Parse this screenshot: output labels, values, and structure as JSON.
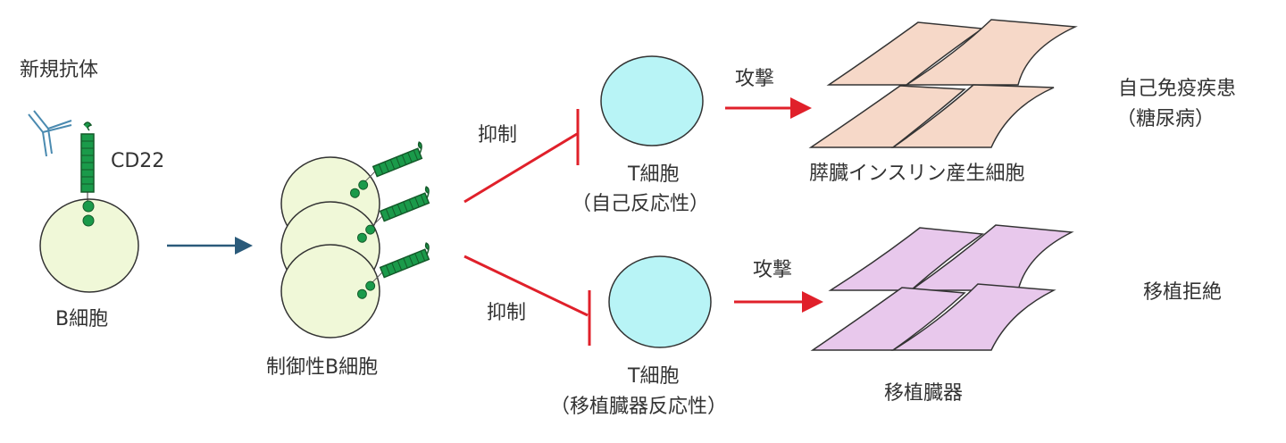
{
  "labels": {
    "new_antibody": "新規抗体",
    "cd22": "CD22",
    "b_cell": "B細胞",
    "regulatory_b_cell": "制御性B細胞",
    "suppress_top": "抑制",
    "suppress_bottom": "抑制",
    "t_cell_top": "T細胞",
    "t_cell_top_sub": "（自己反応性）",
    "t_cell_bottom": "T細胞",
    "t_cell_bottom_sub": "（移植臓器反応性）",
    "attack_top": "攻撃",
    "attack_bottom": "攻撃",
    "pancreas_cells": "膵臓インスリン産生細胞",
    "transplant_organ": "移植臓器",
    "autoimmune": "自己免疫疾患",
    "autoimmune_sub": "（糖尿病）",
    "rejection": "移植拒絶"
  },
  "colors": {
    "b_cell_fill": "#f0f8d8",
    "t_cell_fill": "#b8f4f6",
    "cd22_green": "#1a9a4a",
    "antibody_blue": "#4a8ab0",
    "arrow_blue": "#2a5a7a",
    "inhibit_red": "#e0202a",
    "pancreas_fill": "#f6d8c8",
    "organ_fill": "#e8c8ec"
  }
}
